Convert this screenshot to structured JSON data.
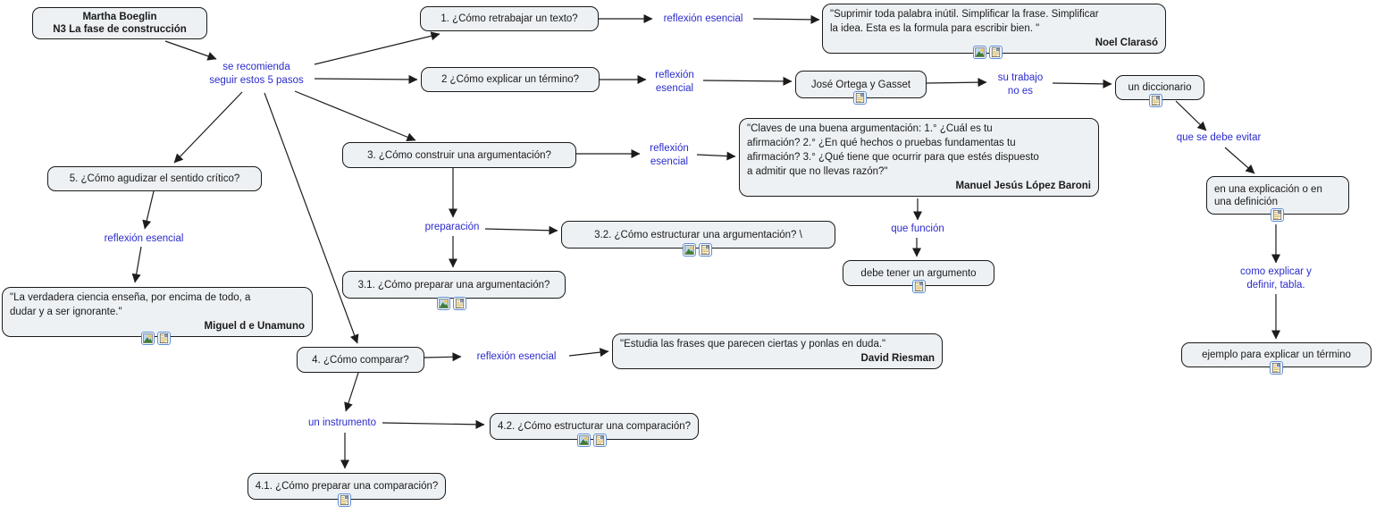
{
  "colors": {
    "node_fill": "#edf1f4",
    "node_border": "#1a1a1a",
    "link_text": "#2b2bcc",
    "connector_line": "#1c1c1c",
    "icon_border": "#5b8dd6"
  },
  "nodes": {
    "root": {
      "label": "Martha Boeglin\nN3 La fase de construcción"
    },
    "hub": {
      "label": "se recomienda\nseguir estos 5 pasos"
    },
    "q1": {
      "label": "1. ¿Cómo retrabajar un texto?"
    },
    "link_reflexion1": {
      "label": "reflexión esencial"
    },
    "quote1": {
      "text": "\"Suprimir toda palabra inútil. Simplificar la frase. Simplificar\nla idea. Esta es la formula para escribir bien. \"",
      "author": "Noel Clarasó"
    },
    "q2": {
      "label": "2 ¿Cómo explicar un término?"
    },
    "link_reflexion2": {
      "label": "reflexión\nesencial"
    },
    "ortega": {
      "label": "José Ortega y Gasset"
    },
    "link_su_trabajo": {
      "label": "su trabajo\nno es"
    },
    "diccionario": {
      "label": "un diccionario"
    },
    "link_evitar": {
      "label": "que se debe evitar"
    },
    "explicacion": {
      "label": "en una explicación o en\nuna definición"
    },
    "link_como_explicar": {
      "label": "como explicar y\ndefinir, tabla."
    },
    "ejemplo": {
      "label": "ejemplo para explicar un término"
    },
    "q3": {
      "label": "3. ¿Cómo construir una argumentación?"
    },
    "link_reflexion3": {
      "label": "reflexión\nesencial"
    },
    "quote3": {
      "text": "\"Claves de una buena argumentación: 1.° ¿Cuál es tu\nafirmación? 2.° ¿En qué hechos o pruebas fundamentas tu\nafirmación? 3.° ¿Qué tiene que ocurrir para que estés dispuesto\na admitir que no llevas razón?\"",
      "author": "Manuel Jesús López Baroni"
    },
    "link_que_funcion": {
      "label": "que función"
    },
    "argumento": {
      "label": "debe tener un argumento"
    },
    "link_preparacion": {
      "label": "preparación"
    },
    "q31": {
      "label": "3.1. ¿Cómo preparar una argumentación?"
    },
    "q32": {
      "label": "3.2. ¿Cómo estructurar una argumentación? \\"
    },
    "q4": {
      "label": "4. ¿Cómo comparar?"
    },
    "link_reflexion4": {
      "label": "reflexión esencial"
    },
    "quote4": {
      "text": "\"Estudia las frases que parecen ciertas y ponlas en duda.\"",
      "author": "David Riesman"
    },
    "link_instrumento": {
      "label": "un instrumento"
    },
    "q41": {
      "label": "4.1. ¿Cómo preparar una comparación?"
    },
    "q42": {
      "label": "4.2. ¿Cómo estructurar una comparación?"
    },
    "q5": {
      "label": "5. ¿Cómo agudizar el sentido crítico?"
    },
    "link_reflexion5": {
      "label": "reflexión esencial"
    },
    "quote5": {
      "text": "\"La verdadera ciencia enseña, por encima de todo, a\ndudar y a ser ignorante.\"",
      "author": "Miguel d e Unamuno"
    }
  }
}
